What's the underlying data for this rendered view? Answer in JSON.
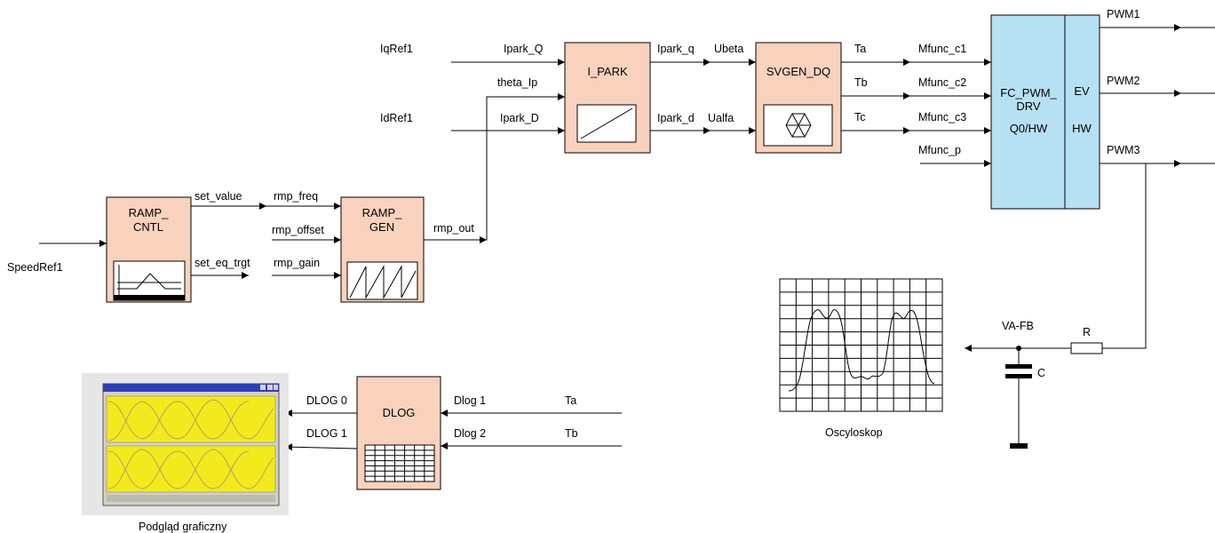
{
  "inputs": {
    "iq_ref": "IqRef1",
    "id_ref": "IdRef1",
    "speed_ref": "SpeedRef1"
  },
  "ramp_cntl": {
    "title_line1": "RAMP_",
    "title_line2": "CNTL",
    "out_set_value": "set_value",
    "out_set_eq_trgt": "set_eq_trgt"
  },
  "ramp_gen": {
    "title_line1": "RAMP_",
    "title_line2": "GEN",
    "in_freq": "rmp_freq",
    "in_offset": "rmp_offset",
    "in_gain": "rmp_gain",
    "out": "rmp_out"
  },
  "i_park": {
    "title": "I_PARK",
    "in_q": "Ipark_Q",
    "in_theta": "theta_Ip",
    "in_d": "Ipark_D",
    "out_q": "Ipark_q",
    "out_d": "Ipark_d"
  },
  "svgen": {
    "title": "SVGEN_DQ",
    "in_beta": "Ubeta",
    "in_alfa": "Ualfa",
    "out_ta": "Ta",
    "out_tb": "Tb",
    "out_tc": "Tc"
  },
  "pwm_drv": {
    "title_line1": "FC_PWM_",
    "title_line2": "DRV",
    "title_line3": "Q0/HW",
    "ev_line1": "EV",
    "ev_line2": "HW",
    "in_c1": "Mfunc_c1",
    "in_c2": "Mfunc_c2",
    "in_c3": "Mfunc_c3",
    "in_p": "Mfunc_p",
    "out_pwm1": "PWM1",
    "out_pwm2": "PWM2",
    "out_pwm3": "PWM3"
  },
  "filter": {
    "node_label": "VA-FB",
    "resistor": "R",
    "capacitor": "C"
  },
  "scope": {
    "caption": "Oscyloskop"
  },
  "dlog": {
    "title": "DLOG",
    "in_1": "Dlog 1",
    "in_2": "Dlog 2",
    "sig_1": "Ta",
    "sig_2": "Tb",
    "out_0": "DLOG 0",
    "out_1": "DLOG 1"
  },
  "preview": {
    "caption": "Podgląd graficzny"
  },
  "colors": {
    "block_fill": "#f9d2bd",
    "driver_fill": "#b6e1f3",
    "preview_plot": "#f2ea1c",
    "preview_frame": "#2f3fb0"
  }
}
